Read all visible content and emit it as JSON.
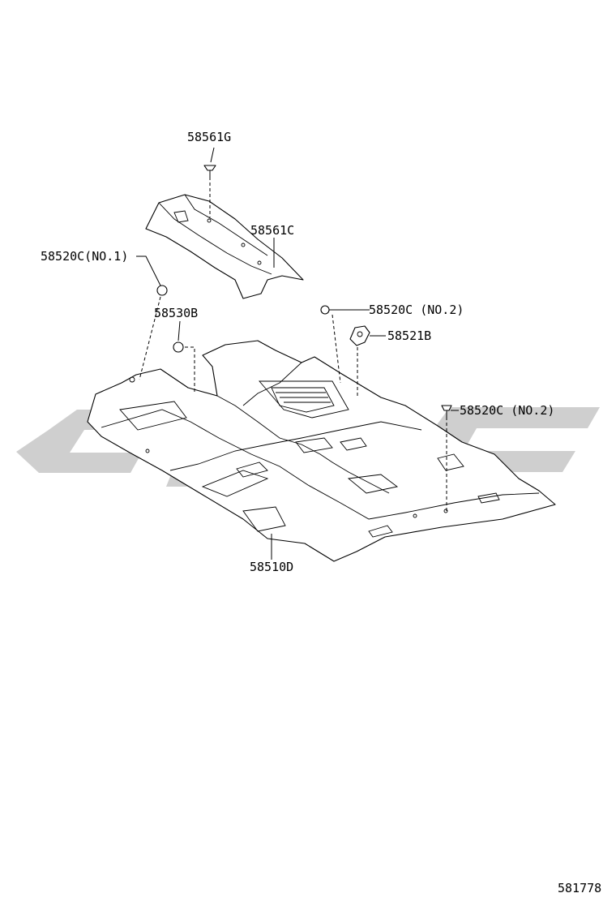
{
  "diagram": {
    "labels": {
      "p58561G": "58561G",
      "p58561C": "58561C",
      "p58520C_no1": "58520C(NO.1)",
      "p58530B": "58530B",
      "p58520C_no2_top": "58520C (NO.2)",
      "p58521B": "58521B",
      "p58520C_no2_right": "58520C (NO.2)",
      "p58510D": "58510D"
    },
    "figure_number": "581778",
    "colors": {
      "line": "#000000",
      "watermark": "#cfcfcf",
      "background": "#ffffff"
    }
  }
}
